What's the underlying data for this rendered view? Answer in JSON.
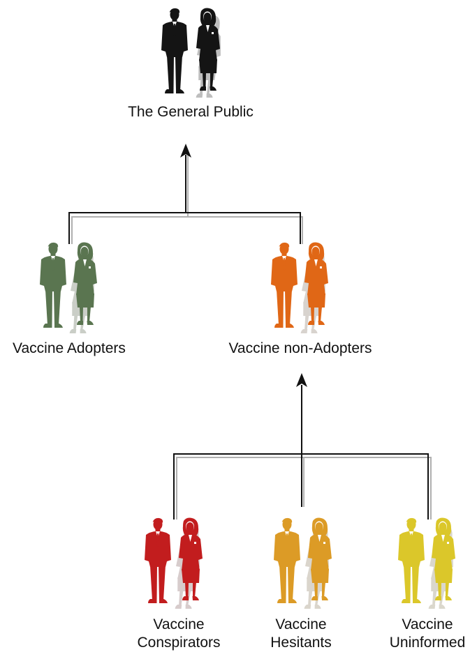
{
  "nodes": {
    "general_public": {
      "label": "The General Public",
      "color": "#141414",
      "shadow": "#8a8a8a"
    },
    "adopters": {
      "label": "Vaccine Adopters",
      "color": "#5a7550",
      "shadow": "#9fa79a"
    },
    "non_adopters": {
      "label": "Vaccine non-Adopters",
      "color": "#e06716",
      "shadow": "#b9b0a7"
    },
    "conspirators": {
      "line1": "Vaccine",
      "line2": "Conspirators",
      "color": "#c21d1e",
      "shadow": "#b8a4a4"
    },
    "hesitants": {
      "line1": "Vaccine",
      "line2": "Hesitants",
      "color": "#dc9b26",
      "shadow": "#bdb4a4"
    },
    "uninformed": {
      "line1": "Vaccine",
      "line2": "Uninformed",
      "color": "#dbc72a",
      "shadow": "#bcb8a3"
    }
  },
  "connector_color": "#111111",
  "connector_shadow_color": "#b0b0b0"
}
